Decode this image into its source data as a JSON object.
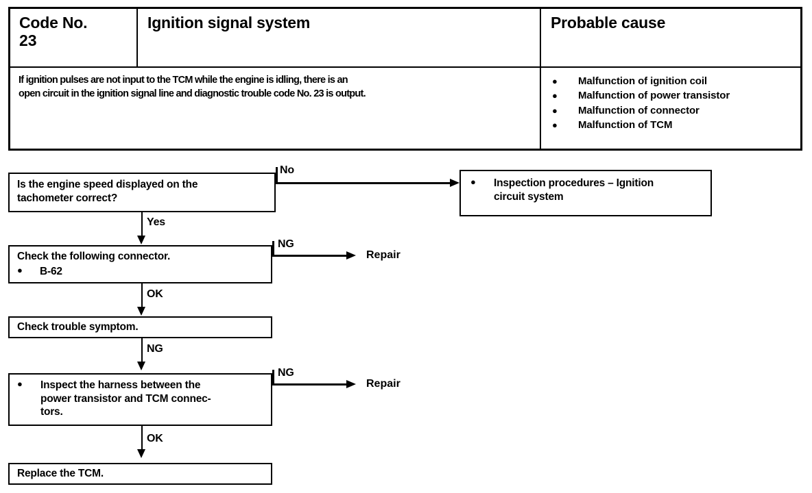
{
  "table": {
    "code_label": "Code No.",
    "code_number": "23",
    "system_title": "Ignition signal system",
    "probable_cause_title": "Probable cause",
    "description_lines": [
      "If ignition pulses are not input to the TCM while the engine is idling, there is an",
      "open circuit in the ignition signal line and diagnostic trouble code No. 23 is output."
    ],
    "bullet_glyph": "●",
    "probable_causes": [
      "Malfunction of  ignition  coil",
      "Malfunction of power transistor",
      "Malfunction of connector",
      "Malfunction of TCM"
    ]
  },
  "flowchart": {
    "bullet_glyph": "●",
    "boxes": {
      "engine_speed_check": {
        "text": "Is the engine speed displayed on the\ntachometer correct?"
      },
      "inspection_procedures": {
        "text": "Inspection procedures – Ignition\ncircuit  system"
      },
      "check_connector": {
        "title": "Check the following connector.",
        "item": "B-62"
      },
      "check_trouble_symptom": {
        "text": "Check trouble symptom."
      },
      "inspect_harness": {
        "text": "Inspect  the  harness  between  the\npower transistor and TCM connec-\ntors."
      },
      "replace_tcm": {
        "text": "Replace the TCM."
      }
    },
    "labels": {
      "no": "No",
      "yes": "Yes",
      "ng_1": "NG",
      "ok_1": "OK",
      "ng_2": "NG",
      "ng_3": "NG",
      "ok_2": "OK",
      "repair_1": "Repair",
      "repair_2": "Repair"
    }
  }
}
